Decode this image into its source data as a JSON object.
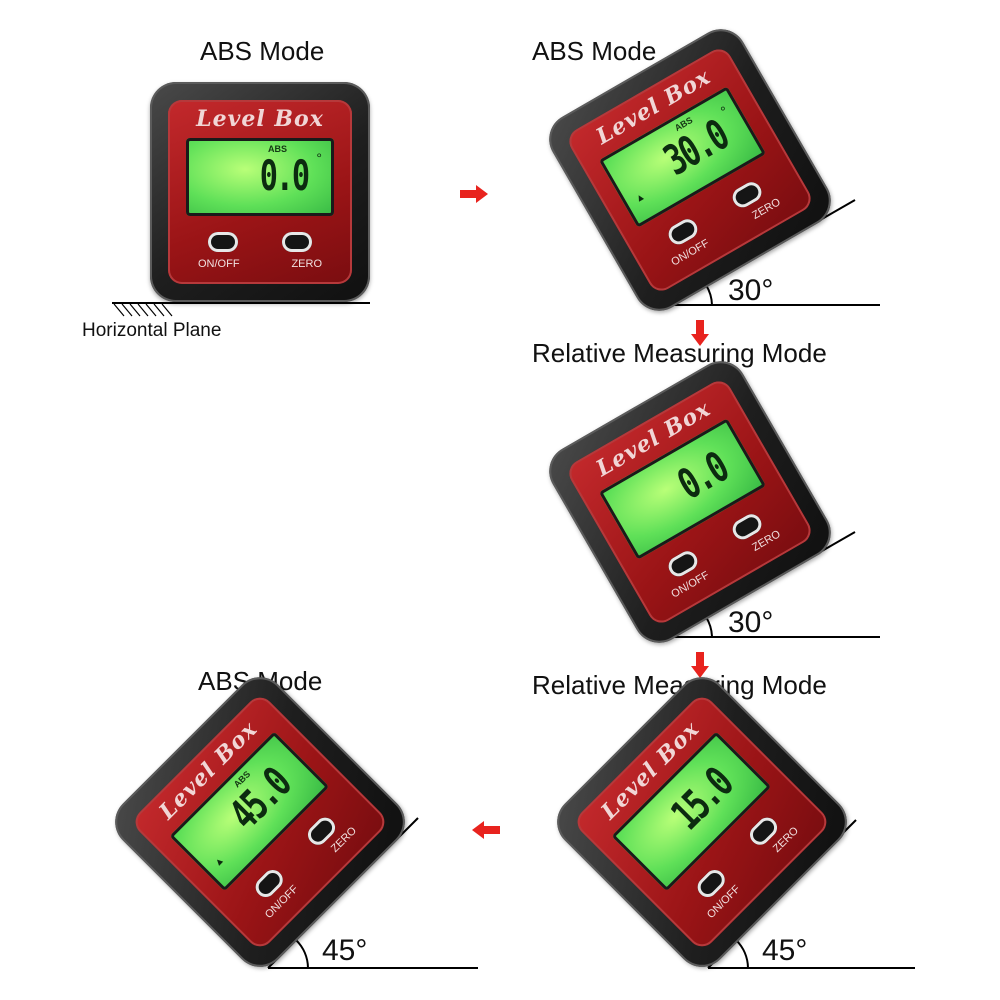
{
  "panels": [
    {
      "mode_label": "ABS Mode",
      "brand": "Level Box",
      "abs_indicator": "ABS",
      "reading": "0.0",
      "degree_symbol": "°",
      "on_off_label": "ON/OFF",
      "zero_label": "ZERO"
    },
    {
      "mode_label": "ABS Mode",
      "brand": "Level Box",
      "abs_indicator": "ABS",
      "reading": "30.0",
      "degree_symbol": "°",
      "on_off_label": "ON/OFF",
      "zero_label": "ZERO",
      "angle": "30°"
    },
    {
      "mode_label": "Relative Measuring Mode",
      "brand": "Level Box",
      "reading": "0.0",
      "on_off_label": "ON/OFF",
      "zero_label": "ZERO",
      "angle": "30°"
    },
    {
      "mode_label": "Relative Measuring Mode",
      "brand": "Level Box",
      "reading": "15.0",
      "on_off_label": "ON/OFF",
      "zero_label": "ZERO",
      "angle": "45°"
    },
    {
      "mode_label": "ABS Mode",
      "brand": "Level Box",
      "abs_indicator": "ABS",
      "reading": "45.0",
      "on_off_label": "ON/OFF",
      "zero_label": "ZERO",
      "angle": "45°"
    }
  ],
  "horizontal_plane_label": "Horizontal Plane",
  "colors": {
    "arrow": "#e8231e",
    "device_face": "#b01c20",
    "lcd": "#63e05a",
    "ground_line": "#000000"
  },
  "icons": [
    "right-arrow-icon",
    "down-arrow-icon",
    "left-arrow-icon"
  ]
}
